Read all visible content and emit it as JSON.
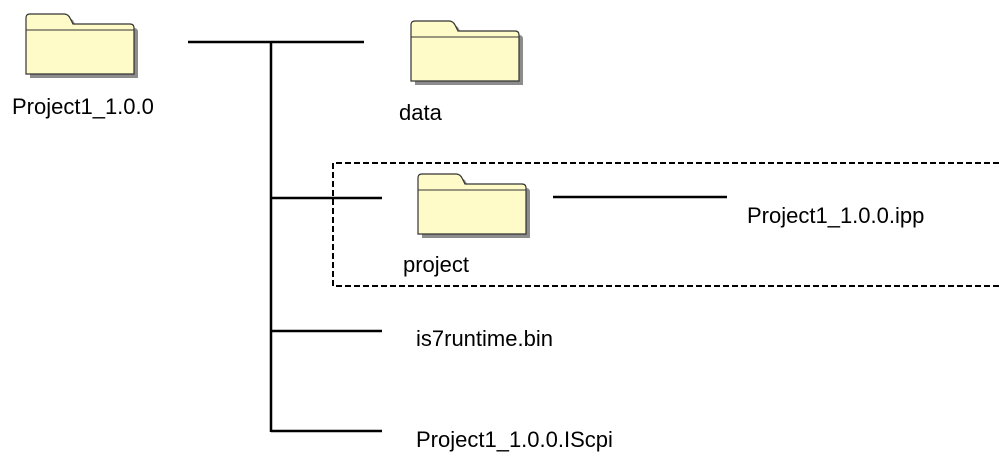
{
  "colors": {
    "folder_fill": "#FFFBC9",
    "folder_stroke": "#333333",
    "folder_shadow": "#8C8C8C",
    "line": "#000000"
  },
  "tree": {
    "root": {
      "label": "Project1_1.0.0",
      "icon": "folder-icon"
    },
    "children": [
      {
        "label": "data",
        "icon": "folder-icon"
      },
      {
        "label": "project",
        "icon": "folder-icon",
        "children": [
          {
            "label": "Project1_1.0.0.ipp"
          }
        ]
      },
      {
        "label": "is7runtime.bin"
      },
      {
        "label": "Project1_1.0.0.IScpi"
      }
    ]
  }
}
